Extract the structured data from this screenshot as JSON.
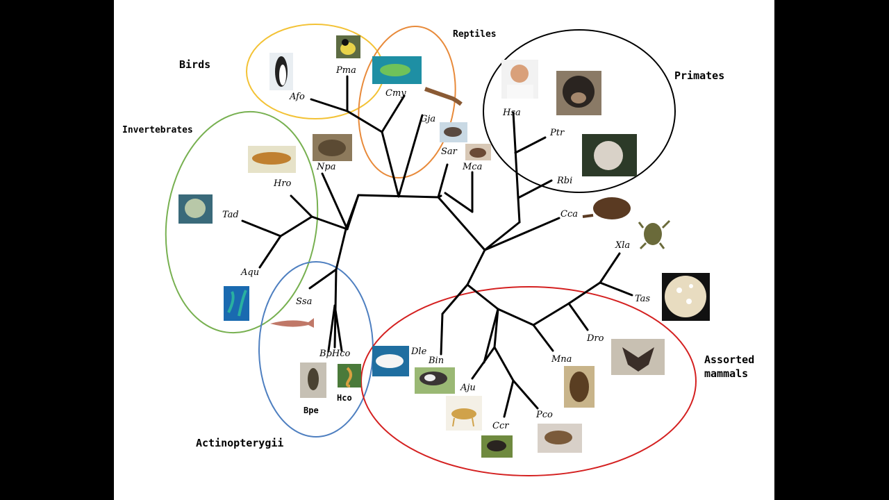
{
  "groups": {
    "birds": {
      "label": "Birds",
      "color": "#f3c235"
    },
    "reptiles": {
      "label": "Reptiles",
      "color": "#e88a3a"
    },
    "primates": {
      "label": "Primates",
      "color": "#000000"
    },
    "invertebrates": {
      "label": "Invertebrates",
      "color": "#77b050"
    },
    "actinopterygii": {
      "label": "Actinopterygii",
      "color": "#4e7fc0"
    },
    "assorted_mammals": {
      "label_line1": "Assorted",
      "label_line2": "mammals",
      "color": "#d42020"
    }
  },
  "leaves": {
    "afo": "Afo",
    "pma": "Pma",
    "cmy": "Cmy",
    "gja": "Gja",
    "sar": "Sar",
    "mca": "Mca",
    "hsa": "Hsa",
    "ptr": "Ptr",
    "rbi": "Rbi",
    "cca": "Cca",
    "xla": "Xla",
    "tas": "Tas",
    "dro": "Dro",
    "mna": "Mna",
    "pco": "Pco",
    "ccr": "Ccr",
    "aju": "Aju",
    "bin": "Bin",
    "dle": "Dle",
    "bpe_hco": "BpHco",
    "ssa": "Ssa",
    "aqu": "Aqu",
    "tad": "Tad",
    "hro": "Hro",
    "npa": "Npa"
  },
  "image_labels": {
    "bpe": "Bpe",
    "hco": "Hco"
  },
  "thumbnails": {
    "penguin": {
      "bg": "#e9eef2",
      "fg": "#222"
    },
    "tit": {
      "bg": "#5d6b42",
      "fg": "#e8d34a"
    },
    "turtle": {
      "bg": "#1e8fa4",
      "fg": "#6fc25a"
    },
    "lizard": {
      "bg": "#ffffff",
      "fg": "#8a5a34"
    },
    "shrew": {
      "bg": "#c9d9e4",
      "fg": "#5a4a40"
    },
    "toad": {
      "bg": "#8d7a5c",
      "fg": "#5b4a33"
    },
    "mouse_lemur": {
      "bg": "#d8c8b6",
      "fg": "#6b4a36"
    },
    "man": {
      "bg": "#f2f2f2",
      "fg": "#d9a07a"
    },
    "chimp": {
      "bg": "#8a7a66",
      "fg": "#2a2420"
    },
    "snub_monkey": {
      "bg": "#2c3a28",
      "fg": "#d9d2c8"
    },
    "beaver": {
      "bg": "#ffffff",
      "fg": "#5a3a22"
    },
    "frog": {
      "bg": "#ffffff",
      "fg": "#6a6a3a"
    },
    "petri": {
      "bg": "#111111",
      "fg": "#e8dcc0"
    },
    "bat": {
      "bg": "#c8c0b2",
      "fg": "#3a2e28"
    },
    "lemur": {
      "bg": "#c8b48a",
      "fg": "#5a3e22"
    },
    "mongoose": {
      "bg": "#d8d0c8",
      "fg": "#7a5a3a"
    },
    "mole": {
      "bg": "#6f8a3f",
      "fg": "#2a2420"
    },
    "cheetah": {
      "bg": "#f4f0e6",
      "fg": "#d0a24a"
    },
    "cow": {
      "bg": "#9ab874",
      "fg": "#3a3434"
    },
    "beluga": {
      "bg": "#1f6ea0",
      "fg": "#f4f4f4"
    },
    "salmon": {
      "bg": "#ffffff",
      "fg": "#c07868"
    },
    "bird_fish": {
      "bg": "#c6c0b4",
      "fg": "#4a4232"
    },
    "seahorse": {
      "bg": "#4a7a3a",
      "fg": "#d8a040"
    },
    "sponge": {
      "bg": "#1a6ab0",
      "fg": "#2ab0a0"
    },
    "amoeba": {
      "bg": "#3a6a7a",
      "fg": "#b8c8a8"
    },
    "flatworm": {
      "bg": "#e6e2c8",
      "fg": "#c08030"
    }
  }
}
